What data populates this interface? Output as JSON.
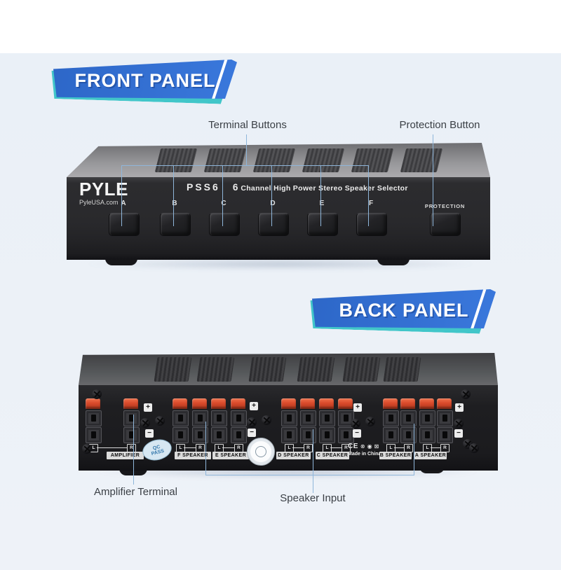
{
  "front": {
    "banner_label": "FRONT PANEL",
    "callouts": {
      "terminal": "Terminal Buttons",
      "protection": "Protection Button"
    },
    "device": {
      "brand": "PYLE",
      "brand_site": "PyleUSA.com",
      "model": "PSS6",
      "desc_num": "6",
      "desc_text": "Channel High Power Stereo Speaker Selector",
      "channels": [
        "A",
        "B",
        "C",
        "D",
        "E",
        "F"
      ],
      "protection_label": "PROTECTION"
    }
  },
  "back": {
    "banner_label": "BACK PANEL",
    "callouts": {
      "amplifier": "Amplifier Terminal",
      "speaker": "Speaker Input"
    },
    "device": {
      "terminals": [
        "AMPLIFIER",
        "F SPEAKER",
        "E SPEAKER",
        "D SPEAKER",
        "C SPEAKER",
        "B SPEAKER",
        "A SPEAKER"
      ],
      "left_mark": "L",
      "right_mark": "R",
      "plus_mark": "+",
      "minus_mark": "−",
      "qc_sticker": "QC PASS",
      "ce_mark": "CE",
      "made_in": "Made in China"
    }
  },
  "colors": {
    "banner_blue": "#2f6fce",
    "banner_teal": "#41c6c9",
    "leader_line": "#8fb6da",
    "callout_text": "#3a3f45",
    "terminal_red": "#d6452a",
    "background_tint": "#ecf1f7"
  }
}
